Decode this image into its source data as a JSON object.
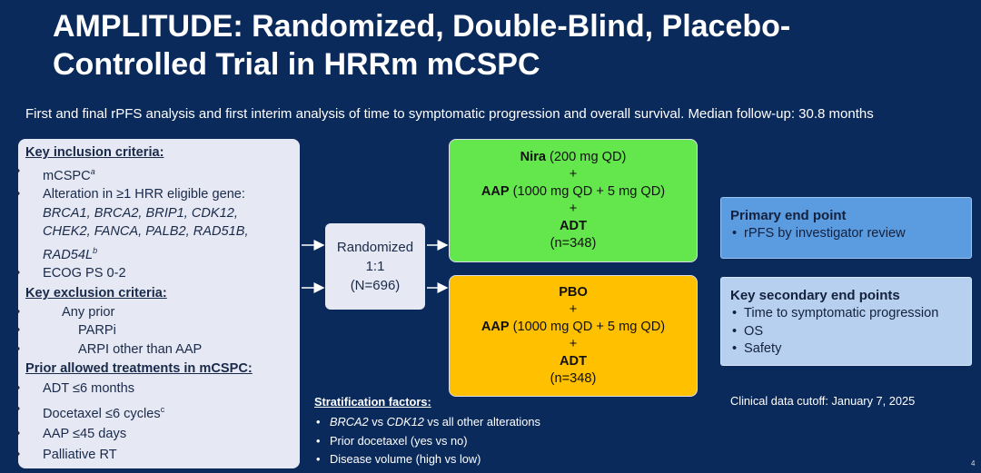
{
  "title": "AMPLITUDE: Randomized, Double-Blind, Placebo-Controlled Trial in HRRm mCSPC",
  "subtitle": "First and final rPFS analysis and first interim analysis of time to symptomatic progression and overall survival. Median follow-up: 30.8 months",
  "criteria": {
    "inclusion_heading": "Key inclusion criteria:",
    "inclusion_1": "mCSPC",
    "inclusion_1_sup": "a",
    "inclusion_2": "Alteration in ≥1 HRR eligible gene:",
    "genes_line1": "BRCA1, BRCA2, BRIP1, CDK12,",
    "genes_line2": "CHEK2, FANCA, PALB2, RAD51B,",
    "genes_line3": "RAD54L",
    "genes_sup": "b",
    "inclusion_3": "ECOG PS 0-2",
    "exclusion_heading": "Key exclusion criteria:",
    "exclusion_1": "Any prior",
    "exclusion_1a": "PARPi",
    "exclusion_1b": "ARPI other than AAP",
    "prior_heading": "Prior allowed treatments in mCSPC:",
    "prior_1": "ADT ≤6 months",
    "prior_2": "Docetaxel ≤6 cycles",
    "prior_2_sup": "c",
    "prior_3": "AAP ≤45 days",
    "prior_4": "Palliative RT"
  },
  "randomization": {
    "line1": "Randomized",
    "line2": "1:1",
    "line3": "(N=696)"
  },
  "arm_nira": {
    "drug_bold": "Nira",
    "drug_dose": " (200 mg QD)",
    "plus1": "+",
    "aap_bold": "AAP",
    "aap_dose": " (1000 mg QD + 5 mg QD)",
    "plus2": "+",
    "adt": "ADT",
    "n": "(n=348)"
  },
  "arm_pbo": {
    "drug_bold": "PBO",
    "plus1": "+",
    "aap_bold": "AAP",
    "aap_dose": " (1000 mg QD + 5 mg QD)",
    "plus2": "+",
    "adt": "ADT",
    "n": "(n=348)"
  },
  "primary_endpoint": {
    "heading": "Primary end point",
    "items": [
      "rPFS by investigator review"
    ]
  },
  "secondary_endpoints": {
    "heading": "Key secondary end points",
    "items": [
      "Time to symptomatic progression",
      "OS",
      "Safety"
    ]
  },
  "cutoff": "Clinical data cutoff: January 7, 2025",
  "stratification": {
    "heading": "Stratification factors:",
    "item1_gene_a": "BRCA2",
    "item1_vs1": " vs ",
    "item1_gene_b": "CDK12",
    "item1_rest": " vs all other alterations",
    "item2": "Prior docetaxel (yes vs no)",
    "item3": "Disease volume (high vs low)"
  },
  "page_number": "4",
  "colors": {
    "background": "#0b2a5c",
    "nira_arm": "#63e74c",
    "pbo_arm": "#ffc000",
    "primary_box": "#5b9be0",
    "secondary_box": "#b7d0ef",
    "panel": "#e6e9f3"
  }
}
